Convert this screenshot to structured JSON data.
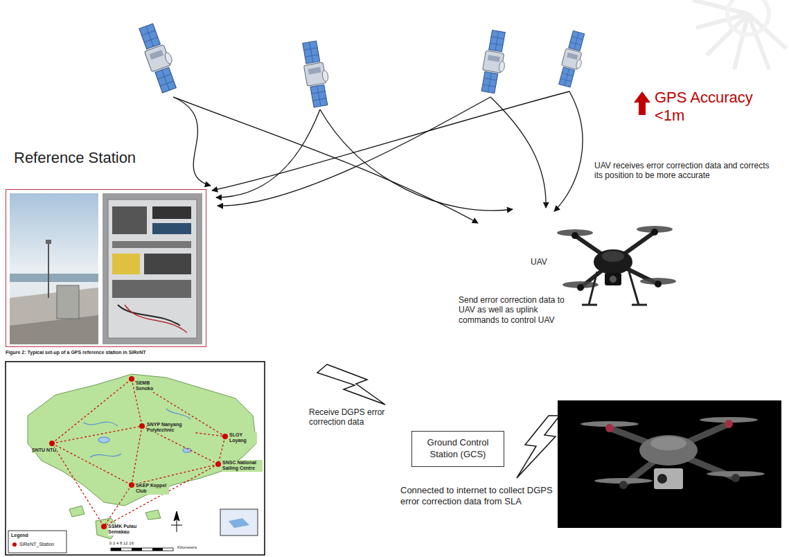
{
  "diagram": {
    "nodes": [
      {
        "text": [
          "Reference Station"
        ]
      },
      {
        "text": [
          "Ground Control Station (GCS)"
        ]
      }
    ],
    "labels": [
      "Figure 2: Typical set-up of a GPS reference station in SiReNT",
      "GPS Accuracy <1m",
      "UAV receives error correction data and corrects its position to be more accurate",
      "UAV",
      "Send error correction data to UAV as well as uplink commands to control UAV",
      "Receive DGPS error correction data",
      "Connected to internet to collect DGPS error correction data from SLA",
      "SEMB Senoko",
      "SNYP Nanyang Polytechnic",
      "SLOY Loyang",
      "SNTU NTU",
      "SNSC National Sailing Centre",
      "SKEP Keppel Club",
      "SSMK Pulau Semakau",
      "Legend",
      "0 2 4 8 12 16",
      "Kilometers"
    ],
    "legend": [
      {
        "text": "SiReNT_Station",
        "color": "#d00000"
      }
    ]
  }
}
